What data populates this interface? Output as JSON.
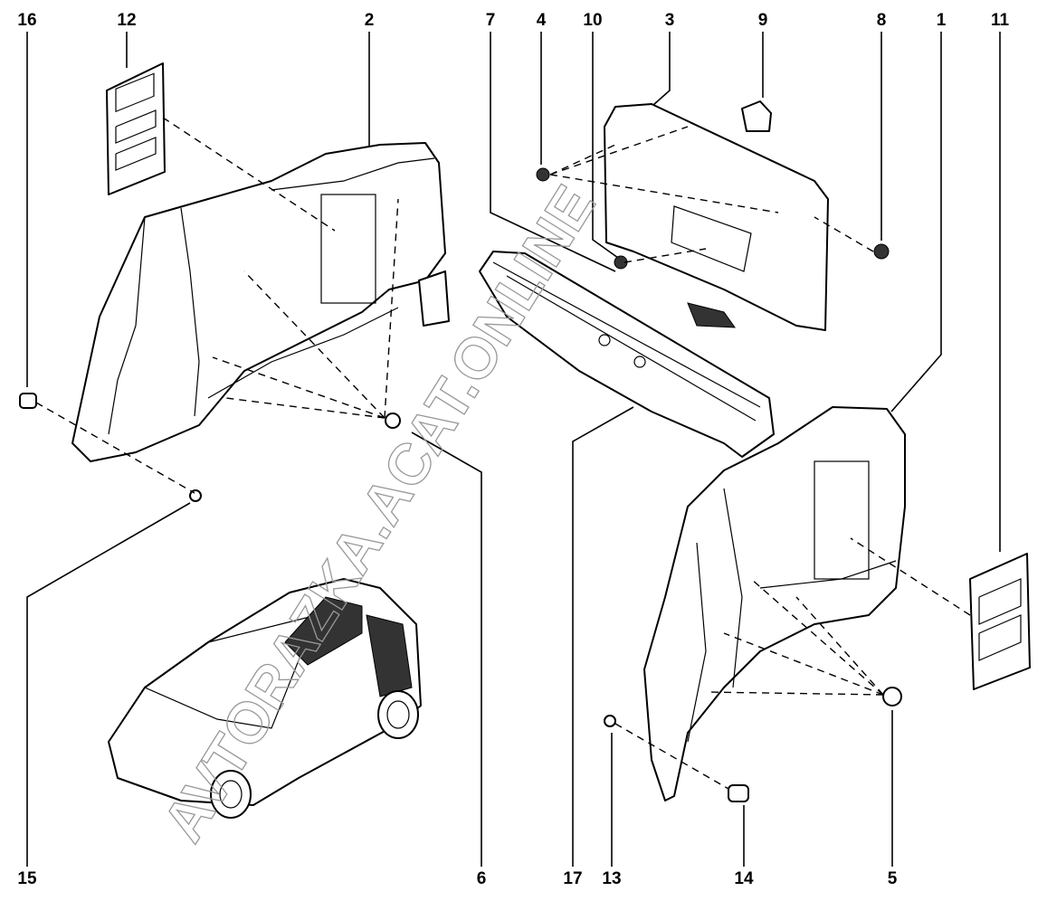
{
  "diagram": {
    "callouts_top": [
      "16",
      "12",
      "2",
      "7",
      "4",
      "10",
      "3",
      "9",
      "8",
      "1",
      "11"
    ],
    "callouts_bottom": [
      "15",
      "6",
      "17",
      "13",
      "14",
      "5"
    ],
    "watermark": "AVTORAZKA.ACAT.ONLINE"
  }
}
